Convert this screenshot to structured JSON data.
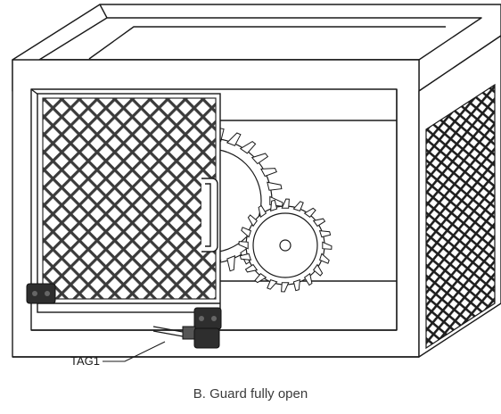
{
  "figure": {
    "callout_tag": "TAG1",
    "caption": "B. Guard fully open"
  },
  "colors": {
    "line": "#1a1a1a",
    "mesh": "#333333",
    "switch_body": "#2e2e2e",
    "background": "#ffffff"
  },
  "parts": [
    "guard-enclosure",
    "sliding-mesh-door",
    "door-handle",
    "large-gear",
    "small-gear",
    "side-mesh-panel",
    "interlock-switch-door",
    "interlock-switch-frame",
    "actuator-key"
  ]
}
